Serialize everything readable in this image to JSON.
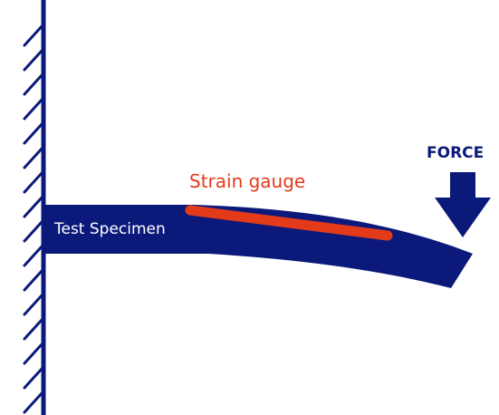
{
  "labels": {
    "specimen": "Test Specimen",
    "gauge": "Strain gauge",
    "force": "FORCE"
  },
  "colors": {
    "beam": "#0b1a7a",
    "gauge": "#e33b1a",
    "wall": "#0b1a7a",
    "background": "#ffffff"
  }
}
